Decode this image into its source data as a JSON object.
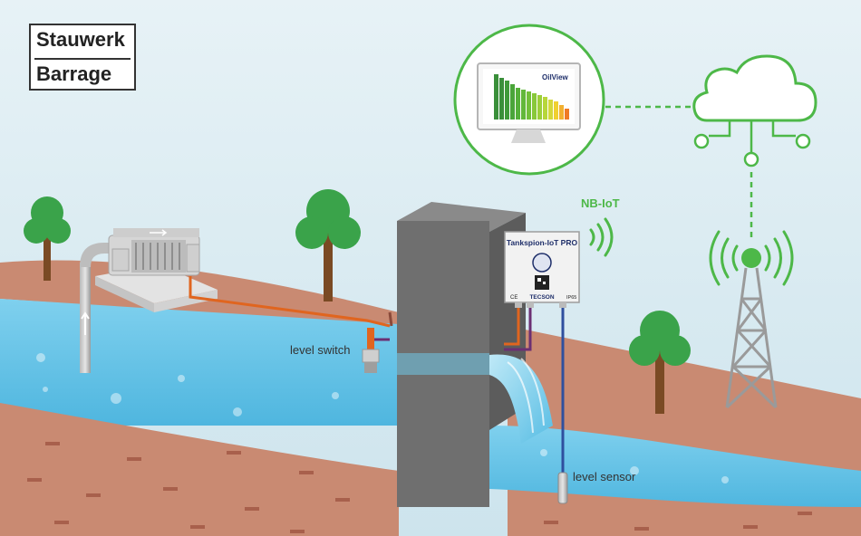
{
  "title": {
    "line1": "Stauwerk",
    "line2": "Barrage"
  },
  "labels": {
    "level_switch": "level switch",
    "level_sensor": "level sensor",
    "network": "NB-IoT"
  },
  "device": {
    "name": "Tankspion-IoT PRO",
    "brand": "TECSON",
    "ce_mark": "CE",
    "ip_rating": "IP65"
  },
  "monitor": {
    "app_name": "OilView"
  },
  "colors": {
    "sky_top": "#eaf3f6",
    "sky_bottom": "#cfe6ee",
    "water": "#6fc6e6",
    "ground": "#c98a72",
    "dam": "#6f6f6f",
    "accent_green": "#4db848",
    "cable_orange": "#e0651f",
    "cable_purple": "#6b2f73",
    "cable_blue": "#2f4f9e"
  },
  "icons": {
    "cloud": "cloud-icon",
    "tower": "cell-tower-icon",
    "wifi": "wireless-signal-icon",
    "pump": "pump-icon",
    "tree": "tree-icon"
  }
}
